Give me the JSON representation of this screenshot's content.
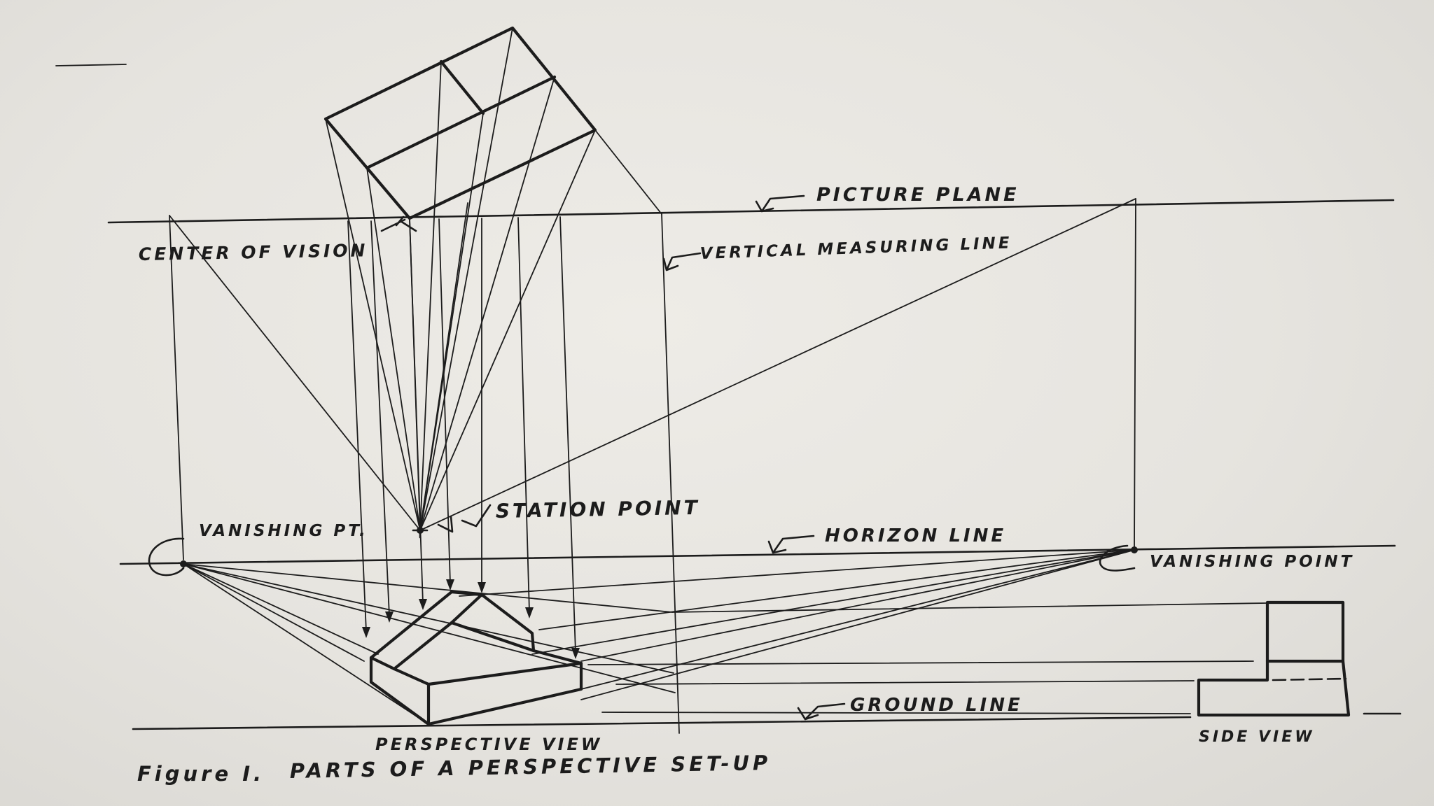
{
  "labels": {
    "picture_plane": "PICTURE PLANE",
    "center_of_vision": "CENTER OF VISION",
    "vertical_measuring_line": "VERTICAL MEASURING LINE",
    "station_point": "STATION POINT",
    "vanishing_pt_left": "VANISHING PT.",
    "horizon_line": "HORIZON LINE",
    "vanishing_point_right": "VANISHING POINT",
    "ground_line": "GROUND LINE",
    "perspective_view": "PERSPECTIVE VIEW",
    "side_view": "SIDE VIEW"
  },
  "caption": {
    "figure_number": "Figure I.",
    "title": "PARTS OF A PERSPECTIVE SET-UP"
  },
  "colors": {
    "paper": "#e6e4df",
    "ink": "#1c1c1c"
  }
}
